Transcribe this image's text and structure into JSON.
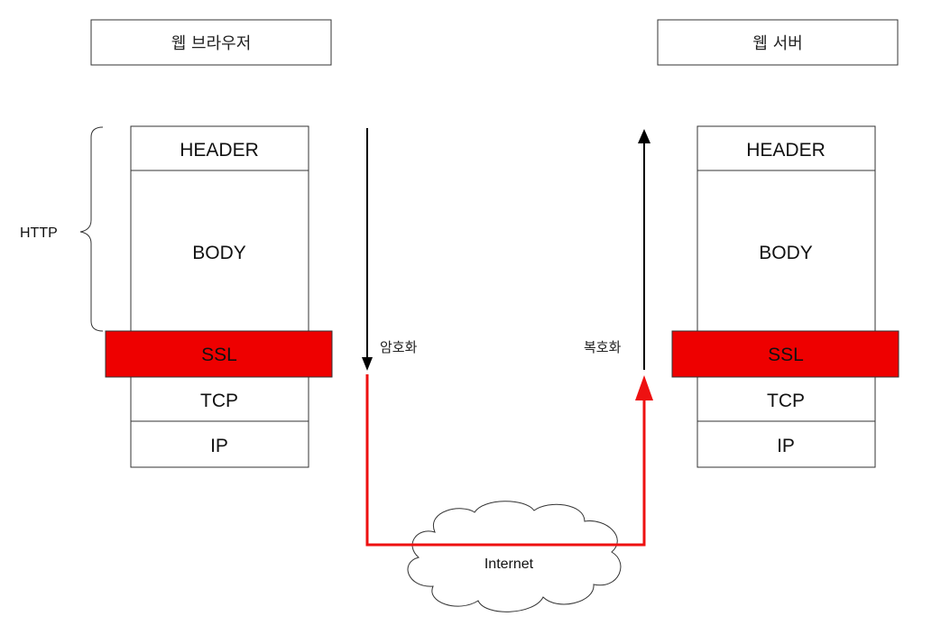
{
  "client": {
    "title": "웹 브라우저",
    "layers": {
      "header": "HEADER",
      "body": "BODY",
      "ssl": "SSL",
      "tcp": "TCP",
      "ip": "IP"
    },
    "http_label": "HTTP"
  },
  "server": {
    "title": "웹 서버",
    "layers": {
      "header": "HEADER",
      "body": "BODY",
      "ssl": "SSL",
      "tcp": "TCP",
      "ip": "IP"
    }
  },
  "flow": {
    "encrypt_label": "암호화",
    "decrypt_label": "복호화",
    "network_label": "Internet"
  },
  "colors": {
    "ssl_fill": "#ee0000",
    "network_line": "#ee1111",
    "arrow": "#000000",
    "border": "#333333"
  }
}
